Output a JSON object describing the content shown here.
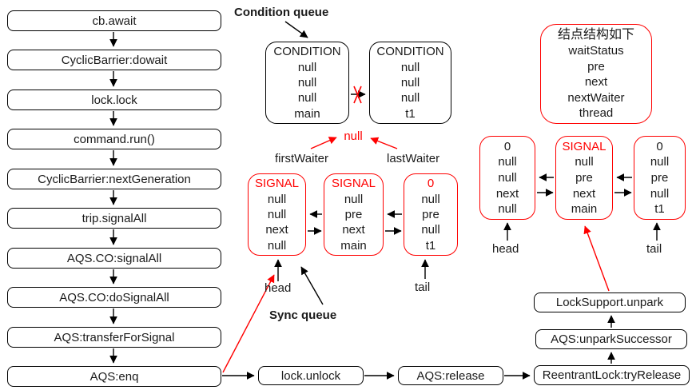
{
  "colors": {
    "accent_red": "#ff0000",
    "line_black": "#000000",
    "background": "#ffffff"
  },
  "call_stack": {
    "items": [
      "cb.await",
      "CyclicBarrier:dowait",
      "lock.lock",
      "command.run()",
      "CyclicBarrier:nextGeneration",
      "trip.signalAll",
      "AQS.CO:signalAll",
      "AQS.CO:doSignalAll",
      "AQS:transferForSignal",
      "AQS:enq"
    ]
  },
  "condition_queue": {
    "label": "Condition queue",
    "nodes": [
      {
        "rows": [
          "CONDITION",
          "null",
          "null",
          "null",
          "main"
        ]
      },
      {
        "rows": [
          "CONDITION",
          "null",
          "null",
          "null",
          "t1"
        ]
      }
    ],
    "waiter_null": "null",
    "first_waiter": "firstWaiter",
    "last_waiter": "lastWaiter"
  },
  "sync_queue": {
    "label": "Sync queue",
    "head": "head",
    "tail": "tail",
    "nodes": [
      {
        "rows": [
          "SIGNAL",
          "null",
          "null",
          "next",
          "null"
        ]
      },
      {
        "rows": [
          "SIGNAL",
          "null",
          "pre",
          "next",
          "main"
        ]
      },
      {
        "rows": [
          "0",
          "null",
          "pre",
          "null",
          "t1"
        ]
      }
    ]
  },
  "node_structure": {
    "title": "结点结构如下",
    "rows": [
      "waitStatus",
      "pre",
      "next",
      "nextWaiter",
      "thread"
    ]
  },
  "sync_queue_after": {
    "head": "head",
    "tail": "tail",
    "nodes": [
      {
        "rows": [
          "0",
          "null",
          "null",
          "next",
          "null"
        ]
      },
      {
        "rows": [
          "SIGNAL",
          "null",
          "pre",
          "next",
          "main"
        ]
      },
      {
        "rows": [
          "0",
          "null",
          "pre",
          "null",
          "t1"
        ]
      }
    ]
  },
  "release_chain": {
    "lock_unlock": "lock.unlock",
    "aqs_release": "AQS:release",
    "try_release": "ReentrantLock:tryRelease",
    "unpark_successor": "AQS:unparkSuccessor",
    "locksupport_unpark": "LockSupport.unpark"
  }
}
